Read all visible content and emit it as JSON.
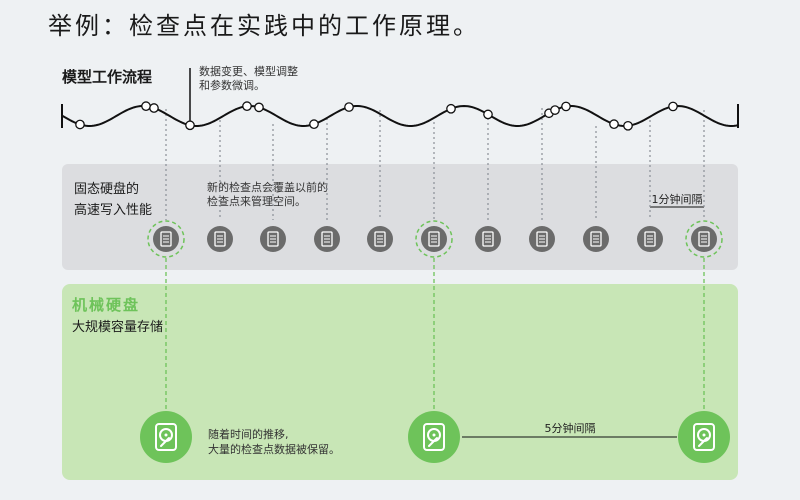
{
  "title": "举例：检查点在实践中的工作原理。",
  "workflow": {
    "label": "模型工作流程",
    "note": [
      "数据变更、模型调整",
      "和参数微调。"
    ]
  },
  "ssd": {
    "label": [
      "固态硬盘的",
      "高速写入性能"
    ],
    "note": [
      "新的检查点会覆盖以前的",
      "检查点来管理空间。"
    ],
    "interval": "1分钟间隔"
  },
  "hdd": {
    "label": "机械硬盘",
    "sublabel": "大规模容量存储",
    "note": [
      "随着时间的推移,",
      "大量的检查点数据被保留。"
    ],
    "interval": "5分钟间隔"
  },
  "colors": {
    "green": "#6ec35a",
    "green_bg": "#c8e6b6",
    "gray_panel": "#dcdde0",
    "icon_gray": "#6b6b6b"
  },
  "icons": {
    "ssd": "ssd-chip-icon",
    "hdd": "hard-drive-icon"
  }
}
